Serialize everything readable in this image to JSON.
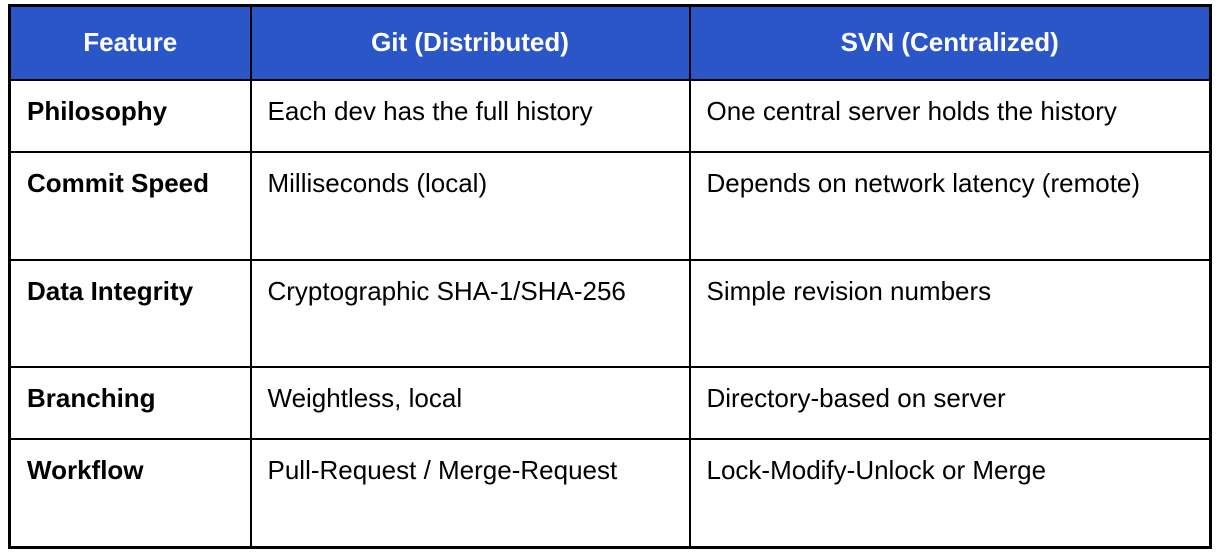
{
  "colors": {
    "header_bg": "#2b56c7",
    "header_text": "#ffffff",
    "border": "#000000",
    "body_bg": "#ffffff",
    "body_text": "#000000"
  },
  "table": {
    "headers": [
      "Feature",
      "Git (Distributed)",
      "SVN (Centralized)"
    ],
    "rows": [
      {
        "feature": "Philosophy",
        "git": "Each dev has the full history",
        "svn": "One central server holds the history"
      },
      {
        "feature": "Commit Speed",
        "git": "Milliseconds (local)",
        "svn": "Depends on network latency (remote)"
      },
      {
        "feature": "Data Integrity",
        "git": "Cryptographic SHA-1/SHA-256",
        "svn": "Simple revision numbers"
      },
      {
        "feature": "Branching",
        "git": "Weightless, local",
        "svn": "Directory-based on server"
      },
      {
        "feature": "Workflow",
        "git": "Pull-Request / Merge-Request",
        "svn": "Lock-Modify-Unlock or Merge"
      }
    ]
  }
}
